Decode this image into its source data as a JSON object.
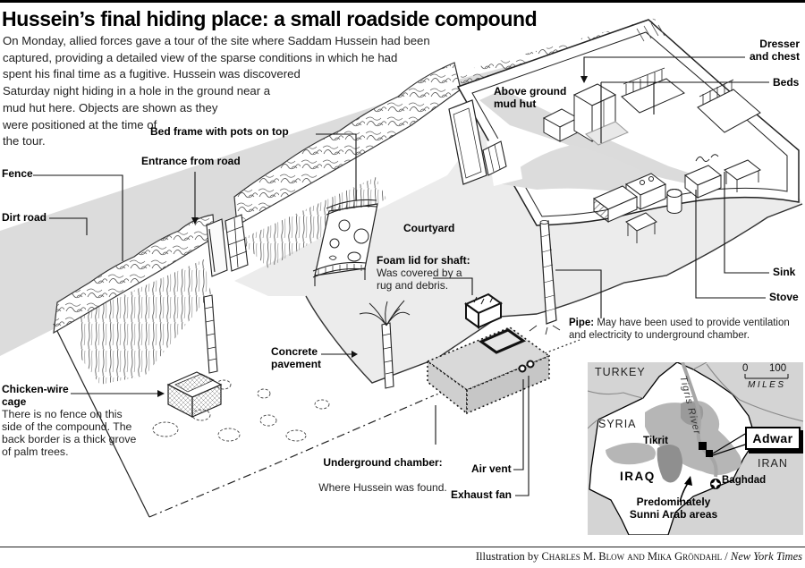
{
  "title": "Hussein’s final hiding place: a small roadside compound",
  "intro_lines": [
    "On Monday, allied forces gave a tour of the site where Saddam Hussein had been",
    "captured, providing a detailed view of the sparse conditions in which he had",
    "spent his final time as a fugitive. Hussein was discovered",
    "Saturday night hiding in a hole in the ground near a",
    "mud hut here. Objects are shown as they",
    "were positioned at the time of",
    "the tour."
  ],
  "labels": {
    "fence": "Fence",
    "dirt_road": "Dirt road",
    "entrance": "Entrance from road",
    "bed_frame": "Bed frame with pots on top",
    "above_hut_lines": [
      "Above ground",
      "mud hut"
    ],
    "dresser_lines": [
      "Dresser",
      "and chest"
    ],
    "beds": "Beds",
    "courtyard": "Courtyard",
    "foam_bold": "Foam lid for shaft:",
    "foam_rest": " Was covered by a rug and debris.",
    "concrete_lines": [
      "Concrete",
      "pavement"
    ],
    "sink": "Sink",
    "stove": "Stove",
    "pipe_bold": "Pipe:",
    "pipe_rest": " May have been used to provide ventilation and electricity to underground chamber.",
    "underground_bold": "Underground chamber:",
    "underground_rest": "Where Hussein was found.",
    "air_vent": "Air vent",
    "exhaust_fan": "Exhaust fan",
    "chicken_lines": [
      "Chicken-wire",
      "cage"
    ],
    "note_lines": [
      "There is no fence on this",
      "side of the compound. The",
      "back border is a thick grove",
      "of palm trees."
    ]
  },
  "map": {
    "countries": {
      "turkey": "TURKEY",
      "syria": "SYRIA",
      "iraq": "IRAQ",
      "iran": "IRAN"
    },
    "places": {
      "tikrit": "Tikrit",
      "adwar": "Adwar",
      "baghdad": "Baghdad"
    },
    "river": "Tigris River",
    "region_lines": [
      "Predominately",
      "Sunni Arab areas"
    ],
    "scale": {
      "start": "0",
      "end": "100",
      "unit": "MILES"
    }
  },
  "credit": {
    "prefix": "Illustration by ",
    "names": "Charles M. Blow and Mika Gröndahl",
    "separator": " / ",
    "source": "New York Times"
  },
  "colors": {
    "road": "#dcdcdc",
    "slab": "#ececec",
    "chamber": "#d9d9d9",
    "map_bg": "#d4d4d4",
    "sunni_area": "#b6b6b6",
    "sunni_dark": "#8f8f8f"
  }
}
